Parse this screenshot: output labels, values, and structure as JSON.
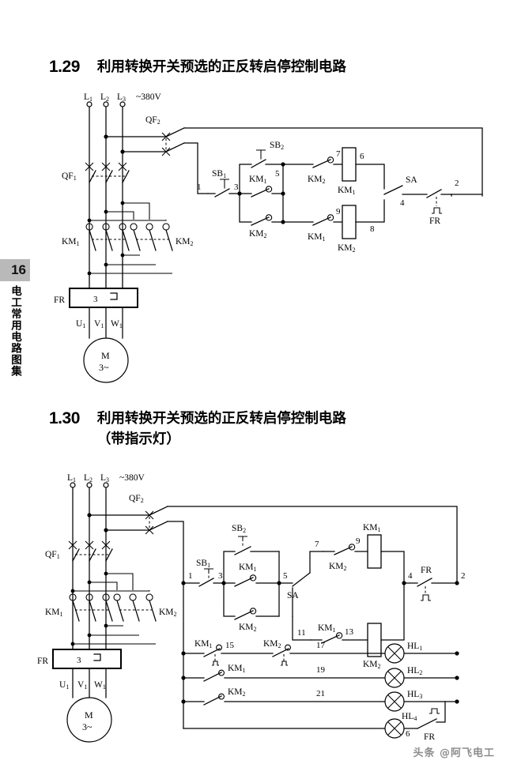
{
  "page": {
    "number": "16",
    "side_title": "电工常用电路图集",
    "watermark": "头条 @阿飞电工"
  },
  "sections": [
    {
      "number": "1.29",
      "title_line1": "利用转换开关预选的正反转启停控制电路",
      "title_line2": ""
    },
    {
      "number": "1.30",
      "title_line1": "利用转换开关预选的正反转启停控制电路",
      "title_line2": "（带指示灯）"
    }
  ],
  "diagram1": {
    "supply": {
      "l1": "L",
      "l1s": "1",
      "l2": "L",
      "l2s": "2",
      "l3": "L",
      "l3s": "3",
      "voltage": "~380V"
    },
    "breakers": {
      "qf1": "QF",
      "qf1s": "1",
      "qf2": "QF",
      "qf2s": "2"
    },
    "contactors": {
      "km1": "KM",
      "km1s": "1",
      "km2": "KM",
      "km2s": "2"
    },
    "relay": {
      "fr": "FR",
      "fr_box_num": "3"
    },
    "motor": {
      "u": "U",
      "us": "1",
      "v": "V",
      "vs": "1",
      "w": "W",
      "ws": "1",
      "m": "M",
      "phase": "3~"
    },
    "buttons": {
      "sb1": "SB",
      "sb1s": "1",
      "sb2": "SB",
      "sb2s": "2"
    },
    "selector": {
      "sa": "SA"
    },
    "nodes": {
      "n1": "1",
      "n2": "2",
      "n3": "3",
      "n4": "4",
      "n5": "5",
      "n6": "6",
      "n7": "7",
      "n8": "8",
      "n9": "9"
    },
    "coils": {
      "km1_coil": "KM",
      "km1_coil_s": "1",
      "km2_coil": "KM",
      "km2_coil_s": "2"
    },
    "contacts": {
      "seal_km1": "KM",
      "seal_km1_s": "1",
      "seal_km2": "KM",
      "seal_km2_s": "2",
      "inter_km2": "KM",
      "inter_km2_s": "2",
      "inter_km1": "KM",
      "inter_km1_s": "1"
    }
  },
  "diagram2": {
    "supply": {
      "l1": "L",
      "l1s": "1",
      "l2": "L",
      "l2s": "2",
      "l3": "L",
      "l3s": "3",
      "voltage": "~380V"
    },
    "breakers": {
      "qf1": "QF",
      "qf1s": "1",
      "qf2": "QF",
      "qf2s": "2"
    },
    "contactors": {
      "km1": "KM",
      "km1s": "1",
      "km2": "KM",
      "km2s": "2"
    },
    "relay": {
      "fr": "FR",
      "fr_box_num": "3"
    },
    "motor": {
      "u": "U",
      "us": "1",
      "v": "V",
      "vs": "1",
      "w": "W",
      "ws": "1",
      "m": "M",
      "phase": "3~"
    },
    "buttons": {
      "sb1": "SB",
      "sb1s": "1",
      "sb2": "SB",
      "sb2s": "2"
    },
    "selector": {
      "sa": "SA"
    },
    "nodes": {
      "n1": "1",
      "n2": "2",
      "n3": "3",
      "n4": "4",
      "n5": "5",
      "n6": "6",
      "n7": "7",
      "n9": "9",
      "n11": "11",
      "n13": "13",
      "n15": "15",
      "n17": "17",
      "n19": "19",
      "n21": "21"
    },
    "coils": {
      "km1_coil": "KM",
      "km1_coil_s": "1",
      "km2_coil": "KM",
      "km2_coil_s": "2"
    },
    "contacts": {
      "seal_km1": "KM",
      "seal_km1_s": "1",
      "seal_km2": "KM",
      "seal_km2_s": "2",
      "inter_km2": "KM",
      "inter_km2_s": "2",
      "inter_km1": "KM",
      "inter_km1_s": "1",
      "lamp_km1_nc": "KM",
      "lamp_km1_nc_s": "1",
      "lamp_km2_nc": "KM",
      "lamp_km2_nc_s": "2",
      "lamp_km1_no": "KM",
      "lamp_km1_no_s": "1",
      "lamp_km2_no": "KM",
      "lamp_km2_no_s": "2"
    },
    "lamps": [
      {
        "label": "HL",
        "sub": "1"
      },
      {
        "label": "HL",
        "sub": "2"
      },
      {
        "label": "HL",
        "sub": "3"
      },
      {
        "label": "HL",
        "sub": "4"
      }
    ],
    "fr_label": "FR"
  }
}
